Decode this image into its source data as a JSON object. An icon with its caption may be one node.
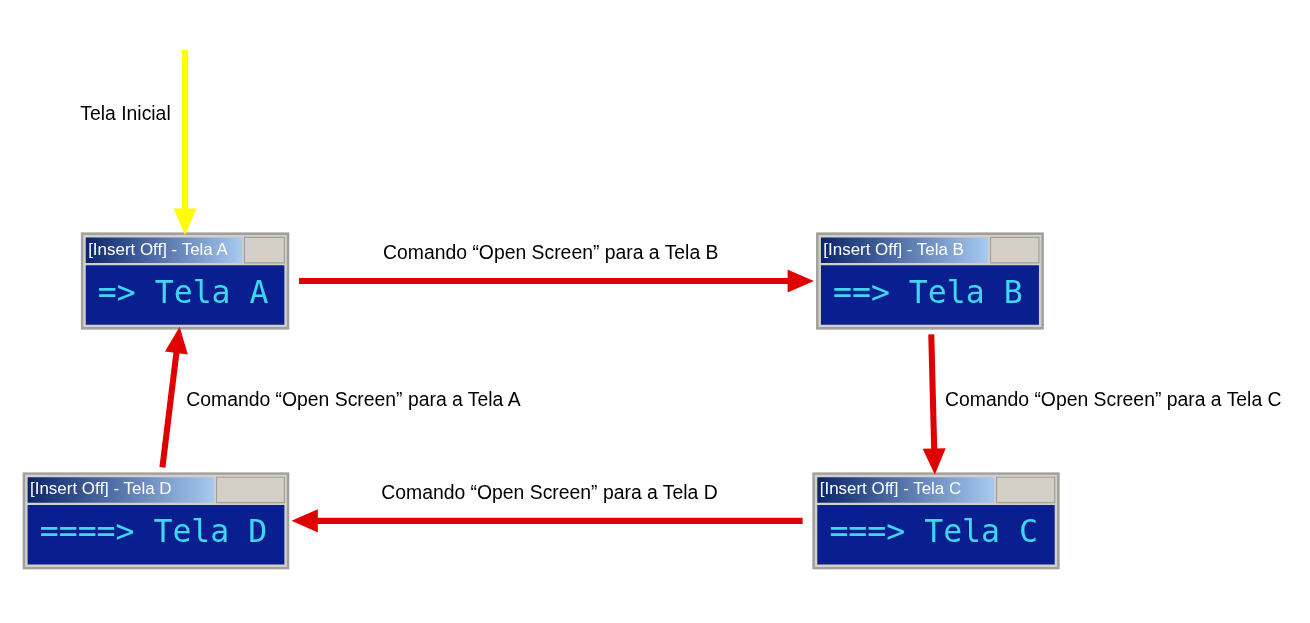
{
  "diagram": {
    "nodes": [
      {
        "text": [
          "[Insert Off] - Tela A",
          "=> Tela A"
        ]
      },
      {
        "text": [
          "[Insert Off] - Tela B",
          "==> Tela B"
        ]
      },
      {
        "text": [
          "[Insert Off] - Tela D",
          "====> Tela D"
        ]
      },
      {
        "text": [
          "[Insert Off] - Tela C",
          "===> Tela C"
        ]
      }
    ],
    "edges": [
      {
        "from": null,
        "to": 0,
        "arrow": "to",
        "label": "Tela Inicial",
        "color": "#ffff00"
      },
      {
        "from": 0,
        "to": 1,
        "arrow": "to",
        "label": "Comando “Open Screen” para a Tela B"
      },
      {
        "from": 1,
        "to": 3,
        "arrow": "to",
        "label": "Comando “Open Screen” para a Tela C"
      },
      {
        "from": 3,
        "to": 2,
        "arrow": "to",
        "label": "Comando “Open Screen” para a Tela D"
      },
      {
        "from": 2,
        "to": 0,
        "arrow": "to",
        "label": "Comando “Open Screen” para a Tela A"
      }
    ]
  }
}
